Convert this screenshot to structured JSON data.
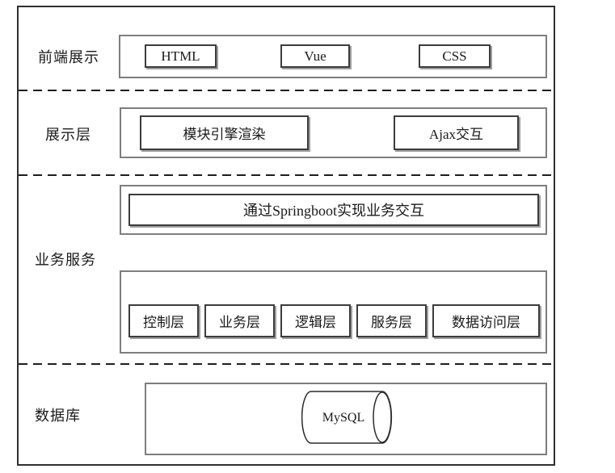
{
  "sections": {
    "frontend": {
      "label": "前端展示",
      "items": {
        "html": "HTML",
        "vue": "Vue",
        "css": "CSS"
      }
    },
    "display": {
      "label": "展示层",
      "engine": "模块引擎渲染",
      "ajax": "Ajax交互"
    },
    "business": {
      "label": "业务服务",
      "banner": "通过Springboot实现业务交互",
      "layers": [
        "控制层",
        "业务层",
        "逻辑层",
        "服务层",
        "数据访问层"
      ]
    },
    "database": {
      "label": "数据库",
      "db_name": "MySQL"
    }
  },
  "colors": {
    "background": "#ffffff",
    "outer_border": "#2f2f2f",
    "container_border": "#7e7e7e",
    "box_border": "#3c3c3c",
    "box_shadow": "#9d9d9d",
    "dashed_line": "#1d1d1d",
    "text": "#1a1a1a"
  }
}
